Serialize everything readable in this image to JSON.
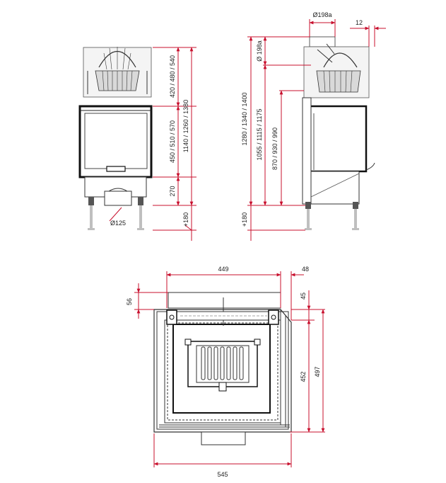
{
  "colors": {
    "dimension": "#c8102e",
    "outline": "#222222",
    "background": "#ffffff",
    "leg": "#bfbfbf"
  },
  "front_view": {
    "dim_top": "420 / 480 / 540",
    "dim_mid": "450 / 510 / 570",
    "dim_total": "1140 / 1260 / 1380",
    "dim_bottom": "270",
    "dim_feet": "+180",
    "flue": "Ø125"
  },
  "side_view": {
    "dim_flue_diameter": "Ø198a",
    "dim_offset": "12",
    "dim_flue_height": "Ø 198a",
    "dim_total": "1280 / 1340 / 1400",
    "dim_mid": "1055 / 1115 / 1175",
    "dim_inner": "870 / 930 / 990",
    "dim_feet": "+180"
  },
  "plan_view": {
    "dim_width_top": "449",
    "dim_right_top": "48",
    "dim_left_depth": "56",
    "dim_right_small": "45",
    "dim_depth_inner": "452",
    "dim_depth_total": "497",
    "dim_width_total": "545"
  }
}
